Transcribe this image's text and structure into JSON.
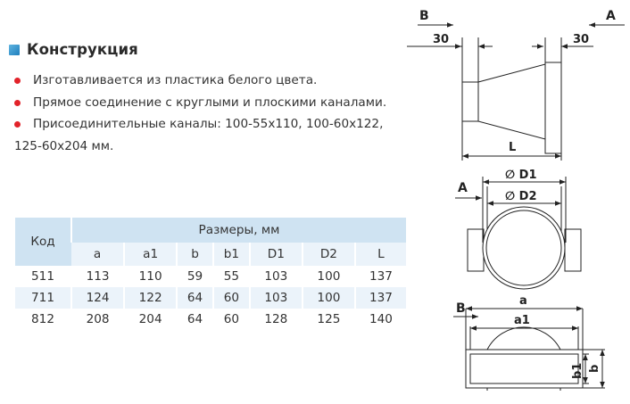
{
  "section": {
    "title": "Конструкция",
    "bullets": [
      "Изготавливается из пластика белого цвета.",
      "Прямое соединение с круглыми и плоскими каналами.",
      "Присоединительные каналы: 100-55x110, 100-60x122,"
    ],
    "bullet_continuation": "125-60x204 мм."
  },
  "table": {
    "kod_header": "Код",
    "group_header": "Размеры, мм",
    "columns": [
      "a",
      "a1",
      "b",
      "b1",
      "D1",
      "D2",
      "L"
    ],
    "rows": [
      {
        "kod": "511",
        "values": [
          "113",
          "110",
          "59",
          "55",
          "103",
          "100",
          "137"
        ]
      },
      {
        "kod": "711",
        "values": [
          "124",
          "122",
          "64",
          "60",
          "103",
          "100",
          "137"
        ]
      },
      {
        "kod": "812",
        "values": [
          "208",
          "204",
          "64",
          "60",
          "128",
          "125",
          "140"
        ]
      }
    ]
  },
  "drawing": {
    "label_b": "B",
    "label_a": "A",
    "dim_30_left": "30",
    "dim_30_right": "30",
    "dim_L": "L",
    "front_label_a": "A",
    "dim_d1": "∅ D1",
    "dim_d2": "∅ D2",
    "bottom_label_b": "B",
    "dim_a": "a",
    "dim_a1": "a1",
    "dim_b1": "b1",
    "dim_b": "b"
  },
  "colors": {
    "bullet_dot": "#e2232a",
    "table_header": "#cfe3f2",
    "table_alt_row": "#ebf3fa",
    "icon_blue": "#1f7fbd"
  }
}
